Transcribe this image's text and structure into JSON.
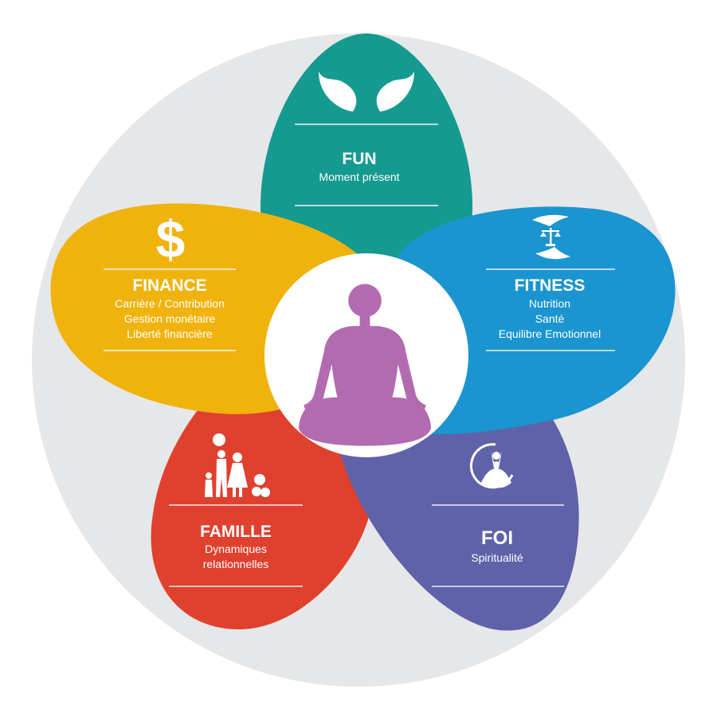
{
  "colors": {
    "background": "#e6e7e8",
    "fun": "#159a90",
    "fitness": "#1a95cf",
    "foi": "#5f62a8",
    "famille": "#e0402e",
    "finance": "#f0b30d",
    "center_circle": "#ffffff",
    "meditation_figure": "#b36bb0",
    "text": "#ffffff"
  },
  "center": {
    "icon": "meditation-figure-icon"
  },
  "petals": [
    {
      "id": "fun",
      "icon": "wings-icon",
      "title": "FUN",
      "lines": [
        "Moment présent"
      ]
    },
    {
      "id": "fitness",
      "icon": "balance-scale-hands-icon",
      "title": "FITNESS",
      "lines": [
        "Nutrition",
        "Santé",
        "Equilibre Emotionnel"
      ]
    },
    {
      "id": "foi",
      "icon": "yoga-meditation-icon",
      "title": "FOI",
      "lines": [
        "Spiritualité"
      ]
    },
    {
      "id": "famille",
      "icon": "family-icon",
      "title": "FAMILLE",
      "lines": [
        "Dynamiques",
        "relationnelles"
      ]
    },
    {
      "id": "finance",
      "icon": "dollar-icon",
      "title": "FINANCE",
      "lines": [
        "Carrière / Contribution",
        "Gestion monétaire",
        "Liberté financière"
      ]
    }
  ]
}
